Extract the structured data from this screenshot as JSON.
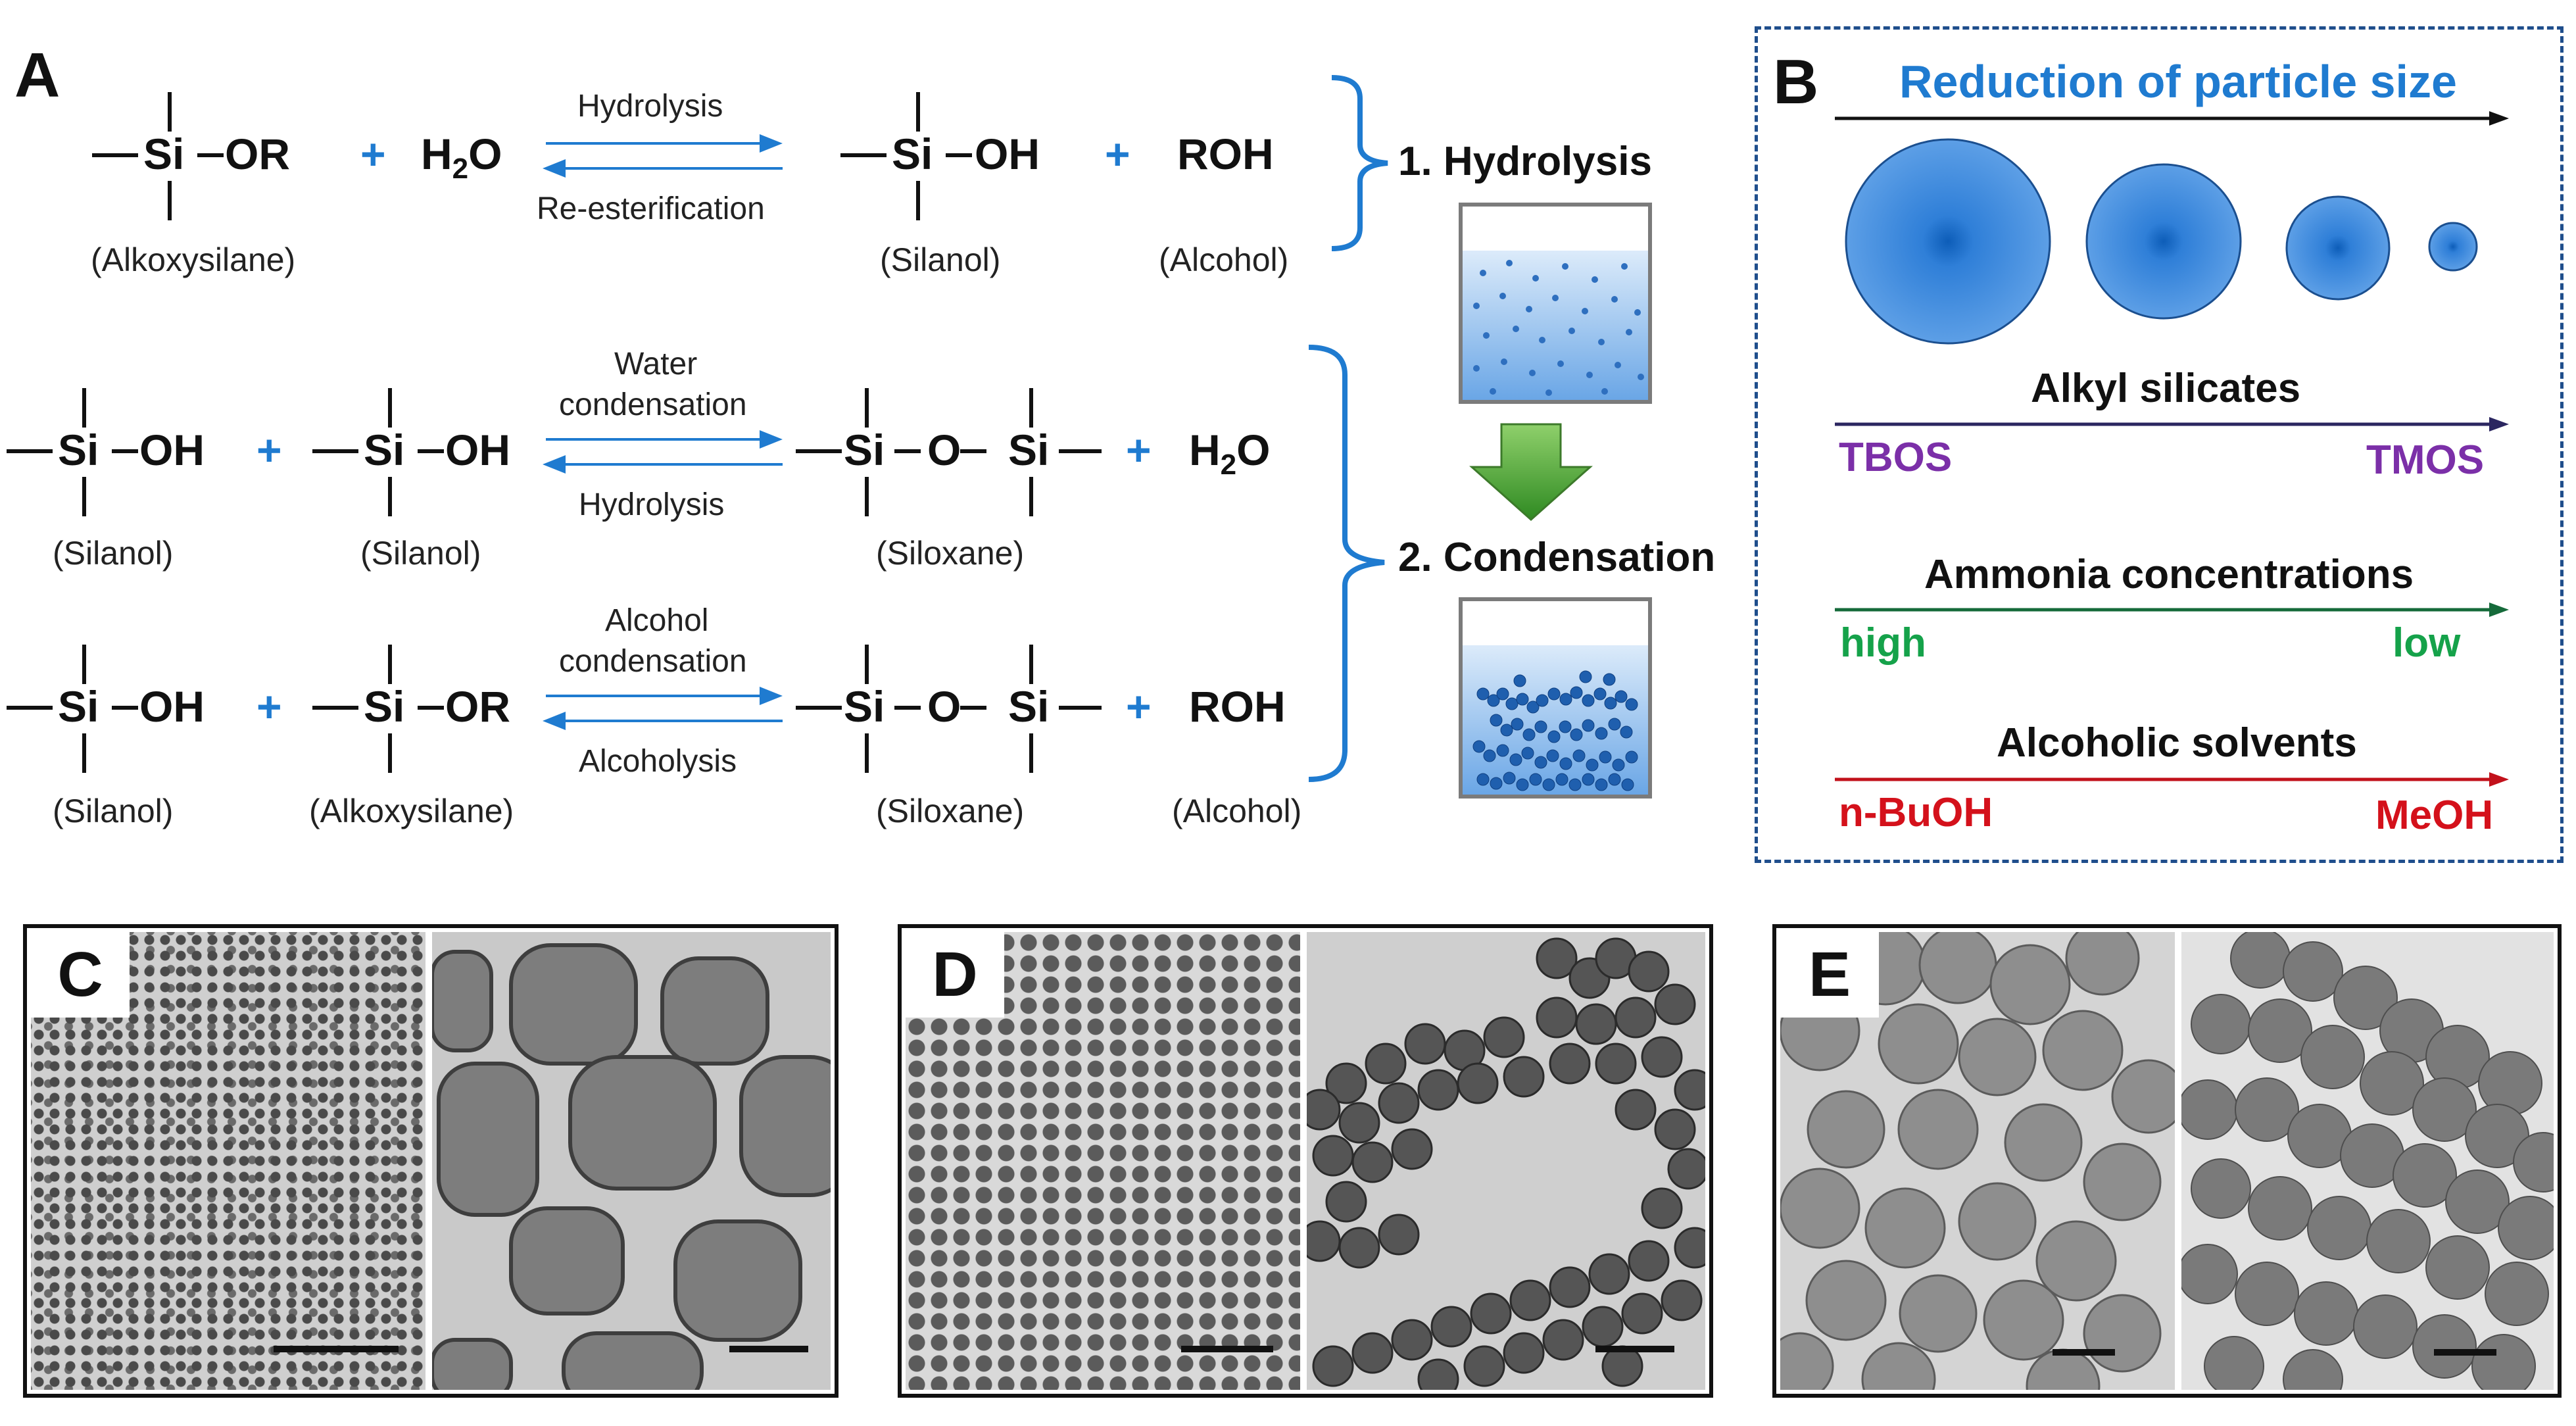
{
  "panel_a": {
    "label": "A",
    "row1": {
      "reactant1": "Si",
      "reactant1_suffix": "OR",
      "reactant1_name": "(Alkoxysilane)",
      "plus": "+",
      "reactant2": "H",
      "reactant2_sub": "2",
      "reactant2_tail": "O",
      "forward": "Hydrolysis",
      "reverse": "Re-esterification",
      "product1": "Si",
      "product1_suffix": "OH",
      "product1_name": "(Silanol)",
      "product2": "ROH",
      "product2_name": "(Alcohol)"
    },
    "row2": {
      "reactant1": "Si",
      "reactant1_suffix": "OH",
      "reactant1_name": "(Silanol)",
      "plus": "+",
      "reactant2": "Si",
      "reactant2_suffix": "OH",
      "reactant2_name": "(Silanol)",
      "forward_line1": "Water",
      "forward_line2": "condensation",
      "reverse": "Hydrolysis",
      "product1_a": "Si",
      "product1_o": "O",
      "product1_b": "Si",
      "product1_name": "(Siloxane)",
      "product2": "H",
      "product2_sub": "2",
      "product2_tail": "O"
    },
    "row3": {
      "reactant1": "Si",
      "reactant1_suffix": "OH",
      "reactant1_name": "(Silanol)",
      "plus": "+",
      "reactant2": "Si",
      "reactant2_suffix": "OR",
      "reactant2_name": "(Alkoxysilane)",
      "forward_line1": "Alcohol",
      "forward_line2": "condensation",
      "reverse": "Alcoholysis",
      "product1_a": "Si",
      "product1_o": "O",
      "product1_b": "Si",
      "product1_name": "(Siloxane)",
      "product2": "ROH",
      "product2_name": "(Alcohol)"
    },
    "stage1": "1. Hydrolysis",
    "stage2": "2. Condensation"
  },
  "panel_b": {
    "label": "B",
    "title": "Reduction of particle size",
    "alkyl_heading": "Alkyl silicates",
    "alkyl_left": "TBOS",
    "alkyl_right": "TMOS",
    "ammonia_heading": "Ammonia concentrations",
    "ammonia_left": "high",
    "ammonia_right": "low",
    "alcohol_heading": "Alcoholic solvents",
    "alcohol_left": "n-BuOH",
    "alcohol_right": "MeOH"
  },
  "micrographs": {
    "c": {
      "label": "C"
    },
    "d": {
      "label": "D"
    },
    "e": {
      "label": "E"
    }
  },
  "colors": {
    "accent_blue": "#1f7bd0",
    "purple": "#7b2fa8",
    "green": "#15a24a",
    "red": "#d4111b",
    "navy_border": "#1f4e8c",
    "arrow_green": "#4aa32a"
  },
  "icons": {
    "beaker_dispersed": "beaker-dispersed-icon",
    "beaker_network": "beaker-network-icon",
    "down_arrow": "down-arrow-icon"
  }
}
